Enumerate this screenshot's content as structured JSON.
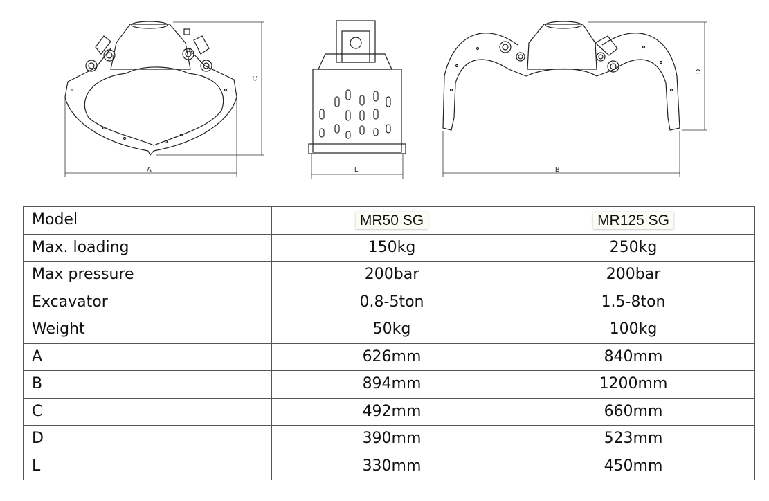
{
  "drawing": {
    "dimension_labels": {
      "a": "A",
      "c": "C",
      "l": "L",
      "b": "B",
      "d": "D"
    }
  },
  "table": {
    "header": {
      "label": "Model",
      "models": [
        "MR50 SG",
        "MR125 SG"
      ]
    },
    "rows": [
      {
        "label": "Max. loading",
        "values": [
          "150kg",
          "250kg"
        ]
      },
      {
        "label": "Max pressure",
        "values": [
          "200bar",
          "200bar"
        ]
      },
      {
        "label": "Excavator",
        "values": [
          "0.8-5ton",
          "1.5-8ton"
        ]
      },
      {
        "label": "Weight",
        "values": [
          "50kg",
          "100kg"
        ]
      },
      {
        "label": "A",
        "values": [
          "626mm",
          "840mm"
        ]
      },
      {
        "label": "B",
        "values": [
          "894mm",
          "1200mm"
        ]
      },
      {
        "label": "C",
        "values": [
          "492mm",
          "660mm"
        ]
      },
      {
        "label": "D",
        "values": [
          "390mm",
          "523mm"
        ]
      },
      {
        "label": "L",
        "values": [
          "330mm",
          "450mm"
        ]
      }
    ]
  }
}
